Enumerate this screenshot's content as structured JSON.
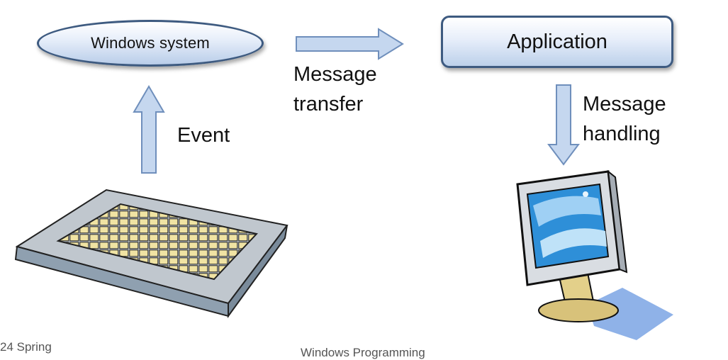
{
  "nodes": {
    "windows_system": "Windows system",
    "application": "Application"
  },
  "edges": {
    "event": "Event",
    "message_transfer_line1": "Message",
    "message_transfer_line2": "transfer",
    "message_handling_line1": "Message",
    "message_handling_line2": "handling"
  },
  "footer": {
    "left": "24 Spring",
    "right": "Windows Programming"
  },
  "images": {
    "keyboard": "keyboard-clipart",
    "monitor": "monitor-clipart"
  },
  "colors": {
    "arrow_fill": "#c5d7ef",
    "arrow_stroke": "#6f8fbc",
    "node_border": "#3d5a80"
  }
}
